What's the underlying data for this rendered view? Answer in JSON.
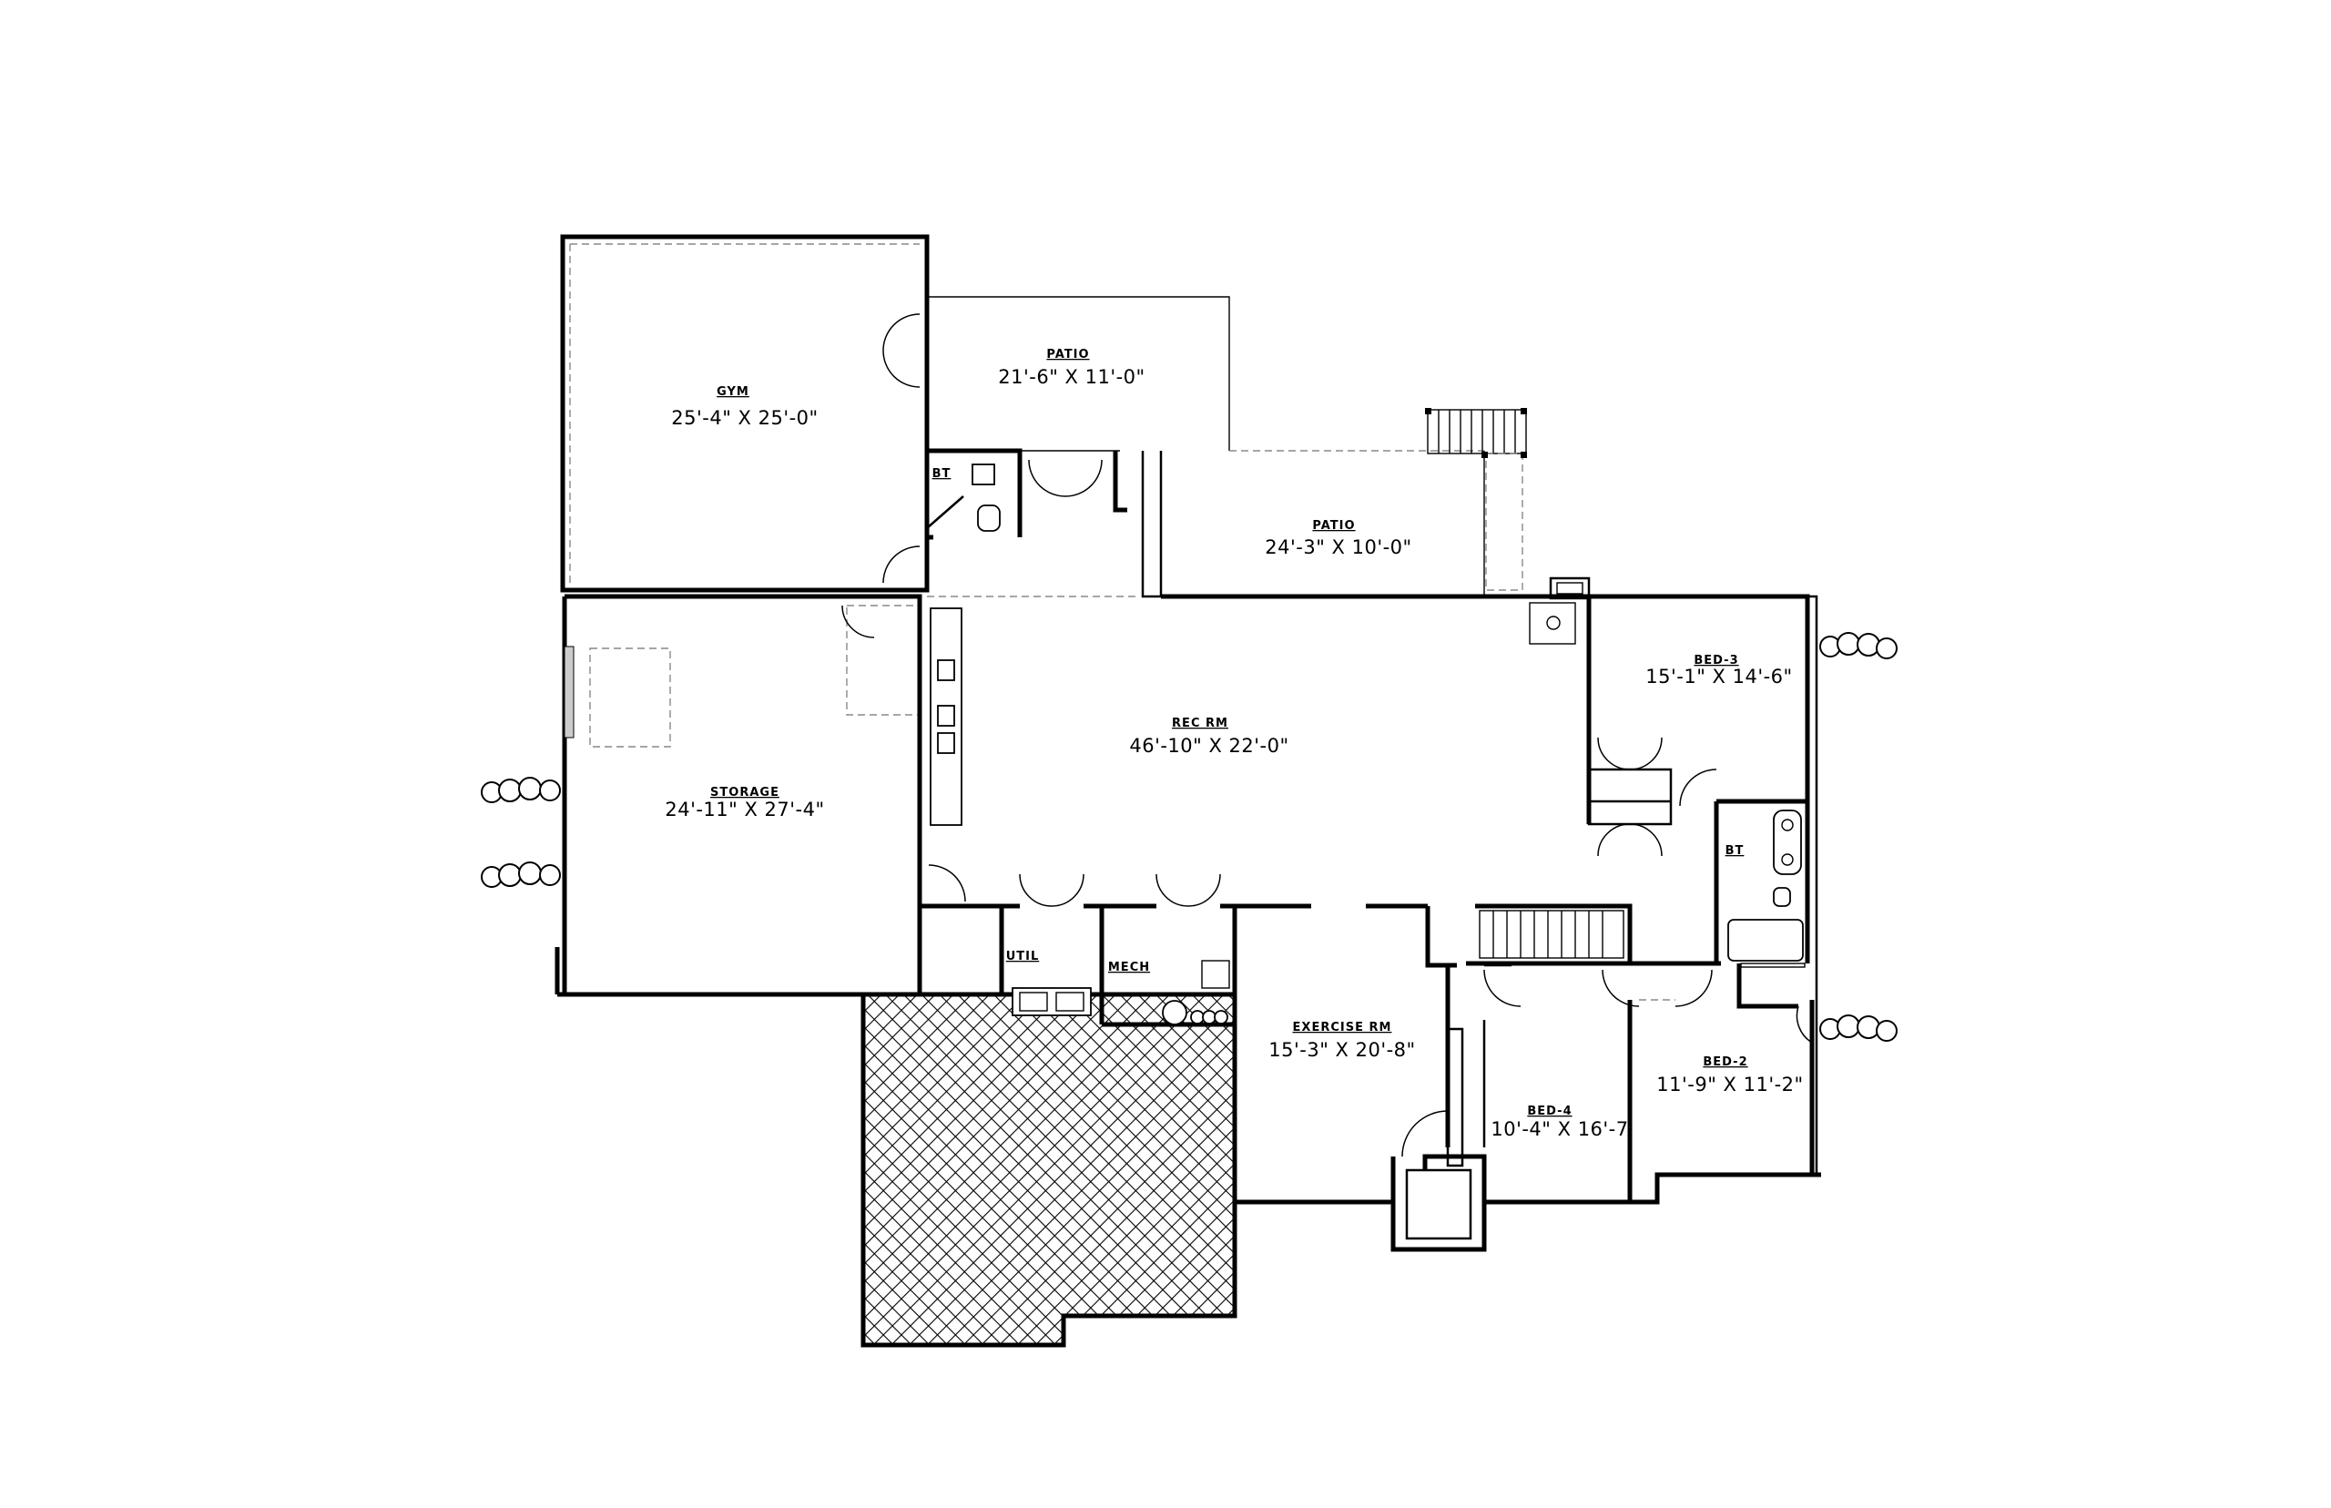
{
  "rooms": {
    "gym": {
      "name": "GYM",
      "dims": "25'-4\" X 25'-0\""
    },
    "patio_upper": {
      "name": "PATIO",
      "dims": "21'-6\" X 11'-0\""
    },
    "patio_lower": {
      "name": "PATIO",
      "dims": "24'-3\" X 10'-0\""
    },
    "rec": {
      "name": "REC RM",
      "dims": "46'-10\" X 22'-0\""
    },
    "storage": {
      "name": "STORAGE",
      "dims": "24'-11\" X 27'-4\""
    },
    "bed3": {
      "name": "BED-3",
      "dims": "15'-1\" X 14'-6\""
    },
    "bed2": {
      "name": "BED-2",
      "dims": "11'-9\" X 11'-2\""
    },
    "bed4": {
      "name": "BED-4",
      "dims": "10'-4\" X 16'-7"
    },
    "exercise": {
      "name": "EXERCISE RM",
      "dims": "15'-3\" X 20'-8\""
    },
    "util": {
      "name": "UTIL"
    },
    "mech": {
      "name": "MECH"
    },
    "bath_upper": {
      "name": "BT"
    },
    "bath_lower": {
      "name": "BT"
    }
  }
}
